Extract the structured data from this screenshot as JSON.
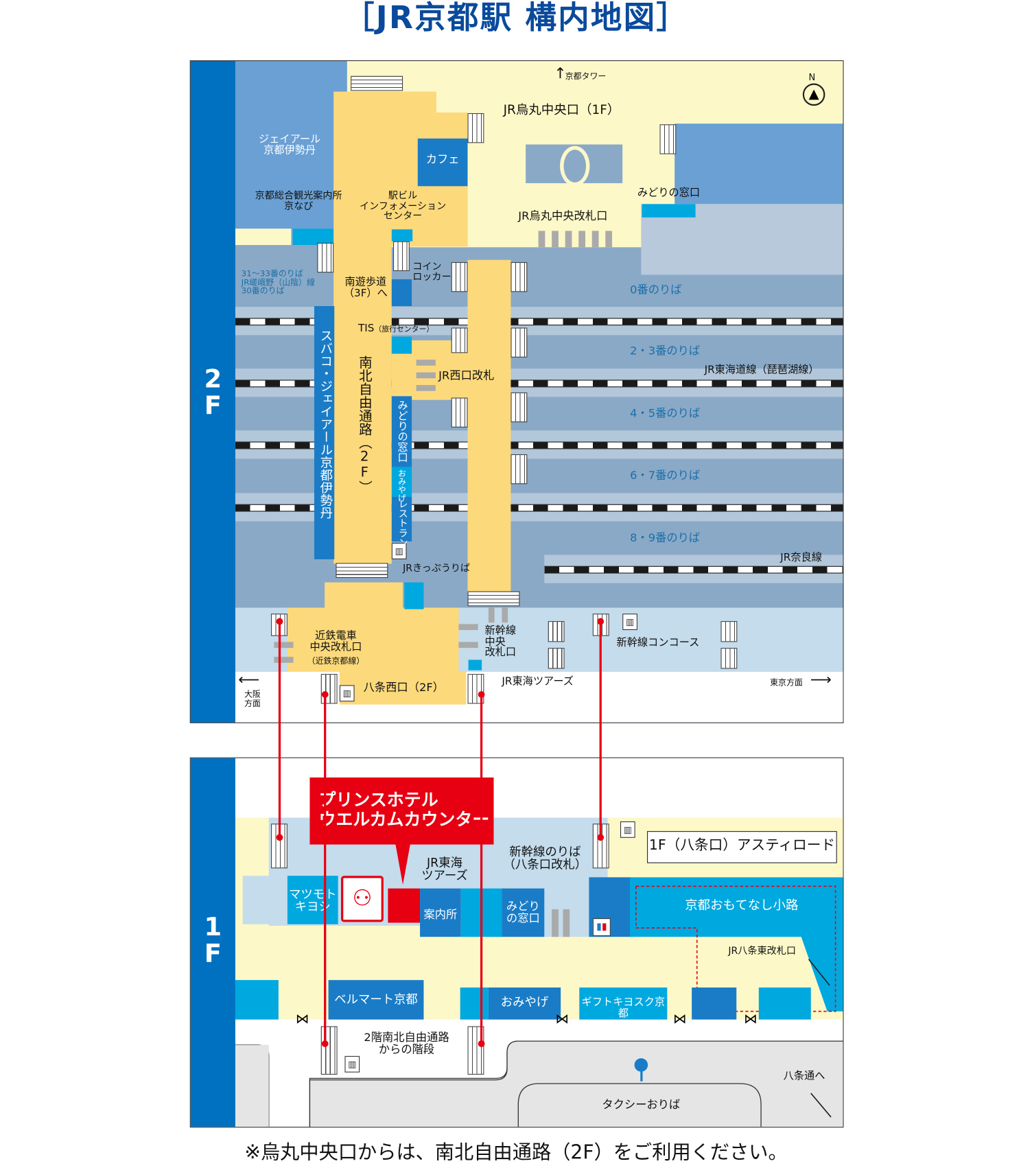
{
  "title": "［JR京都駅 構内地図］",
  "floors": {
    "f2": "2\nF",
    "f1": "1\nF"
  },
  "f2": {
    "kyoto_tower": "京都タワー",
    "north": "N",
    "karasuma_exit": "JR烏丸中央口（1F）",
    "isetan": "ジェイアール\n京都伊勢丹",
    "cafe": "カフェ",
    "tourist_info": "京都総合観光案内所\n京なび",
    "ekibiru_info": "駅ビル\nインフォメーション\nセンター",
    "karasuma_gate": "JR烏丸中央改札口",
    "midori_madoguchi": "みどりの窓口",
    "coin_locker": "コイン\nロッカー",
    "south_walk": "南遊歩道\n（3F）へ",
    "platforms_30_33": "31～33番のりば\nJR嵯峨野（山陰）線\n30番のりば",
    "platform_0": "0番のりば",
    "platform_2_3": "2・3番のりば",
    "platform_4_5": "4・5番のりば",
    "platform_6_7": "6・7番のりば",
    "platform_8_9": "8・9番のりば",
    "tokaido_line": "JR東海道線（琵琶湖線）",
    "nara_line": "JR奈良線",
    "tis": "TIS",
    "tis_sub": "（旅行センター）",
    "west_gate": "JR西口改札",
    "spaco": "スバコ・ジェイアール京都伊勢丹",
    "nanboku": "南北自由通路（2F）",
    "midori_v": "みどりの窓口",
    "omiyage_v": "おみやげ",
    "restaurant_v": "レストラン",
    "kippu": "JRきっぷうりば",
    "kintetsu": "近鉄電車\n中央改札口",
    "kintetsu_sub": "（近鉄京都線）",
    "shinkansen_central": "新幹線\n中央\n改札口",
    "shinkansen_concourse": "新幹線コンコース",
    "jr_tokai_tours": "JR東海ツアーズ",
    "hachijo_west": "八条西口（2F）",
    "osaka": "大阪\n方面",
    "tokyo": "東京方面"
  },
  "f1": {
    "prince": "プリンスホテル\nウエルカムカウンター",
    "asty": "1F（八条口）アスティロード",
    "shinkansen_platform": "新幹線のりば\n（八条口改札）",
    "tokai_tours": "JR東海\nツアーズ",
    "matsumoto": "マツモト\nキヨシ",
    "annaisho": "案内所",
    "midori": "みどり\nの窓口",
    "omotenashi": "京都おもてなし小路",
    "hachijo_east": "JR八条東改札口",
    "belmart": "ベルマート京都",
    "omiyage": "おみやげ",
    "gift": "ギフトキヨスク京都",
    "stairs_from_2f": "2階南北自由通路\nからの階段",
    "taxi": "タクシーおりば",
    "hachijo_dori": "八条通へ"
  },
  "footnote": "※烏丸中央口からは、南北自由通路（2F）をご利用ください。",
  "colors": {
    "title": "#0a4a9c",
    "floor_band": "#0070c0",
    "walkway": "#fcd97b",
    "shop_blue": "#1a7cc7",
    "shop_cyan": "#00a8e0",
    "highlight_red": "#e60012"
  }
}
